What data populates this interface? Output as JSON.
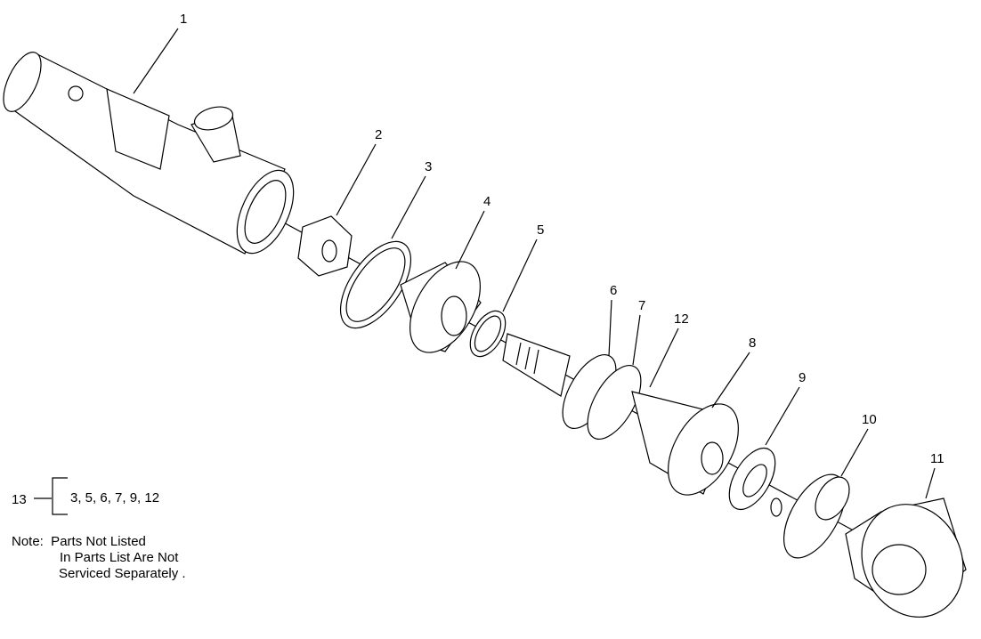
{
  "callouts": [
    {
      "label": "1"
    },
    {
      "label": "2"
    },
    {
      "label": "3"
    },
    {
      "label": "4"
    },
    {
      "label": "5"
    },
    {
      "label": "6"
    },
    {
      "label": "7"
    },
    {
      "label": "12"
    },
    {
      "label": "8"
    },
    {
      "label": "9"
    },
    {
      "label": "10"
    },
    {
      "label": "11"
    }
  ],
  "kit": {
    "number": "13",
    "includes": "3, 5, 6, 7, 9, 12"
  },
  "note": {
    "line1": "Note:  Parts Not Listed",
    "line2": "In Parts List Are Not",
    "line3": "Serviced Separately ."
  }
}
